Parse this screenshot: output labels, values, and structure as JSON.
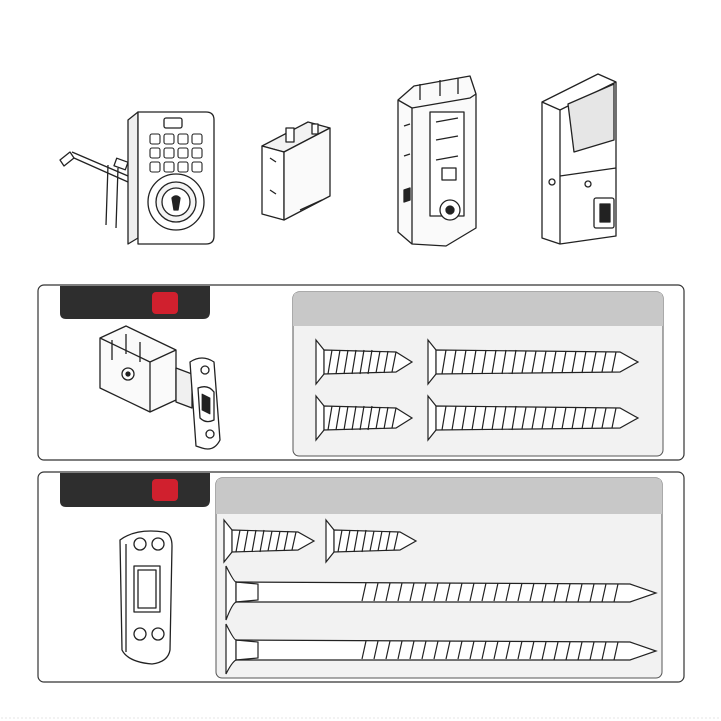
{
  "components": [
    {
      "name": "exterior-keypad-assembly"
    },
    {
      "name": "battery-pack"
    },
    {
      "name": "interior-mounting-plate"
    },
    {
      "name": "interior-assembly"
    }
  ],
  "panels": [
    {
      "name": "latch-kit",
      "tab_label": "",
      "header_label": "",
      "tab_color": "#2e2e2e",
      "badge_color": "#d0202e"
    },
    {
      "name": "strike-kit",
      "tab_label": "",
      "header_label": "",
      "tab_color": "#2e2e2e",
      "badge_color": "#d0202e"
    }
  ],
  "colors": {
    "line": "#222222",
    "panel_border": "#333333",
    "header_gray": "#c8c8c8",
    "screw_bg": "#f2f2f2"
  }
}
